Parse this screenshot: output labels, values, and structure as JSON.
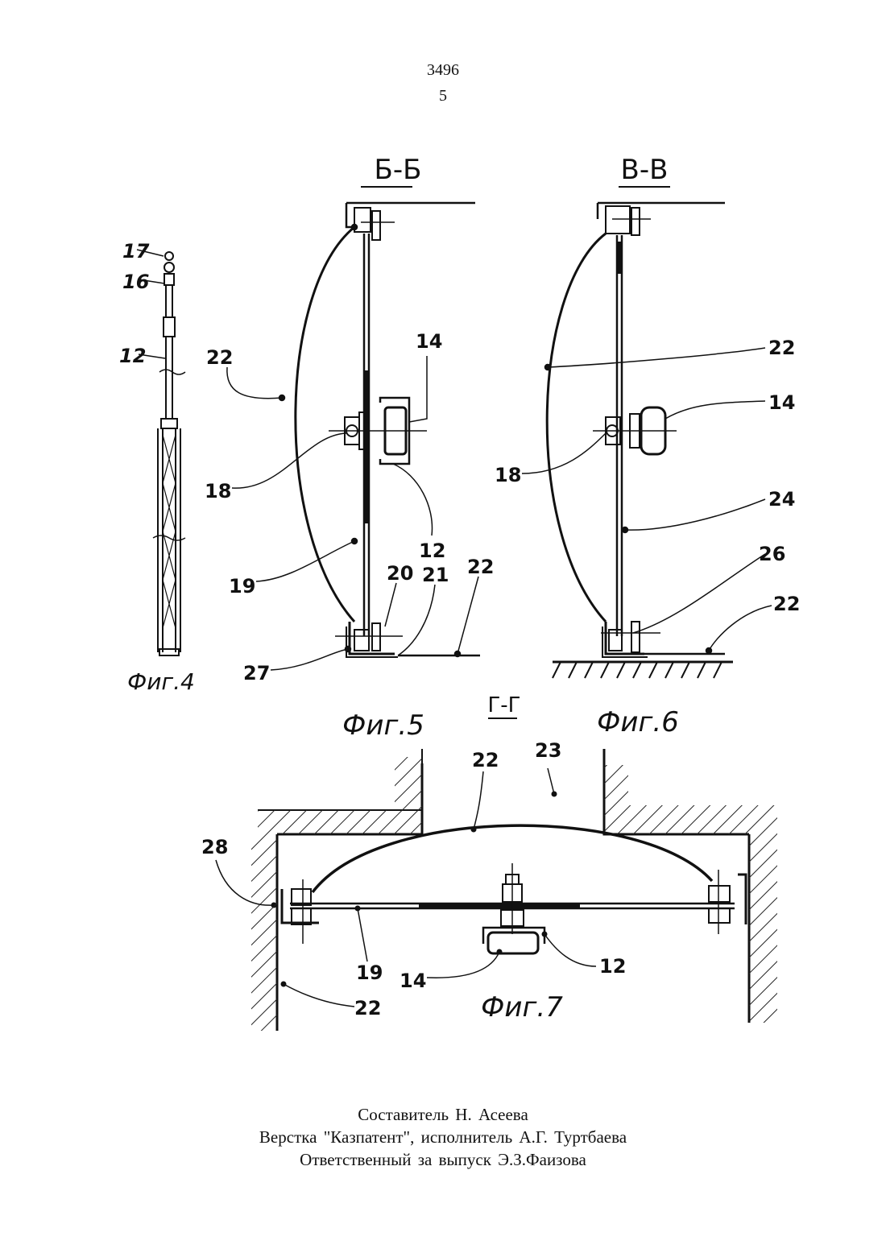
{
  "header": {
    "patent_number": "3496",
    "page_number": "5"
  },
  "figures": {
    "fig4": {
      "title": "Фиг.4",
      "labels": [
        "17",
        "16",
        "12"
      ]
    },
    "fig5": {
      "section": "Б-Б",
      "title": "Фиг.5",
      "labels": [
        "22",
        "14",
        "18",
        "12",
        "19",
        "20",
        "21",
        "22",
        "27"
      ]
    },
    "fig6": {
      "section": "В-В",
      "title": "Фиг.6",
      "labels": [
        "22",
        "14",
        "18",
        "24",
        "26",
        "22"
      ]
    },
    "fig7": {
      "section": "Г-Г",
      "title": "Фиг.7",
      "labels": [
        "22",
        "23",
        "28",
        "19",
        "14",
        "12",
        "22"
      ]
    }
  },
  "footer": {
    "compiler": "Составитель Н. Асеева",
    "layout": "Верстка \"Казпатент\", исполнитель А.Г. Туртбаева",
    "responsible": "Ответственный за выпуск Э.З.Фаизова"
  }
}
